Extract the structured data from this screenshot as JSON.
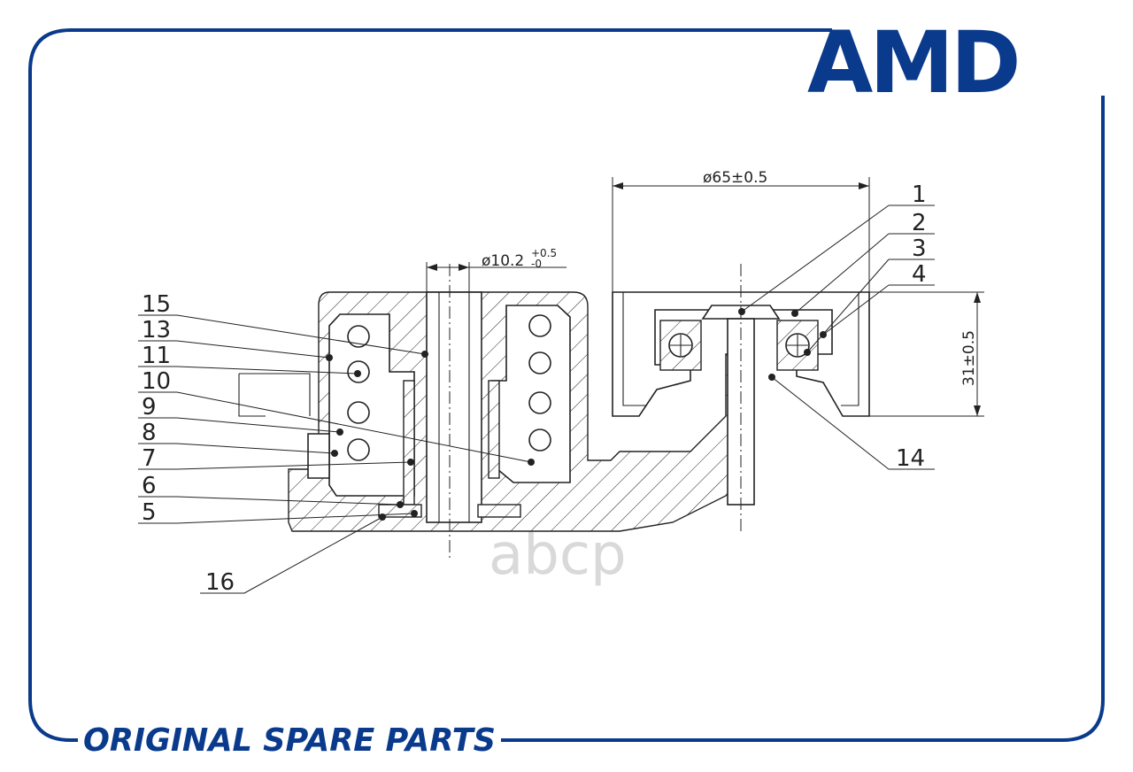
{
  "brand": {
    "logo_text": "AMD",
    "footer_text": "ORIGINAL SPARE PARTS",
    "color": "#0a3a8c"
  },
  "watermark": "аbcp",
  "dimensions": {
    "pulley_diameter": "ø65±0.5",
    "bore_diameter": "ø10.2",
    "bore_tol_upper": "+0.5",
    "bore_tol_lower": "-0",
    "height": "31±0.5"
  },
  "callouts": {
    "c1": "1",
    "c2": "2",
    "c3": "3",
    "c4": "4",
    "c5": "5",
    "c6": "6",
    "c7": "7",
    "c8": "8",
    "c9": "9",
    "c10": "10",
    "c11": "11",
    "c13": "13",
    "c14": "14",
    "c15": "15",
    "c16": "16"
  }
}
